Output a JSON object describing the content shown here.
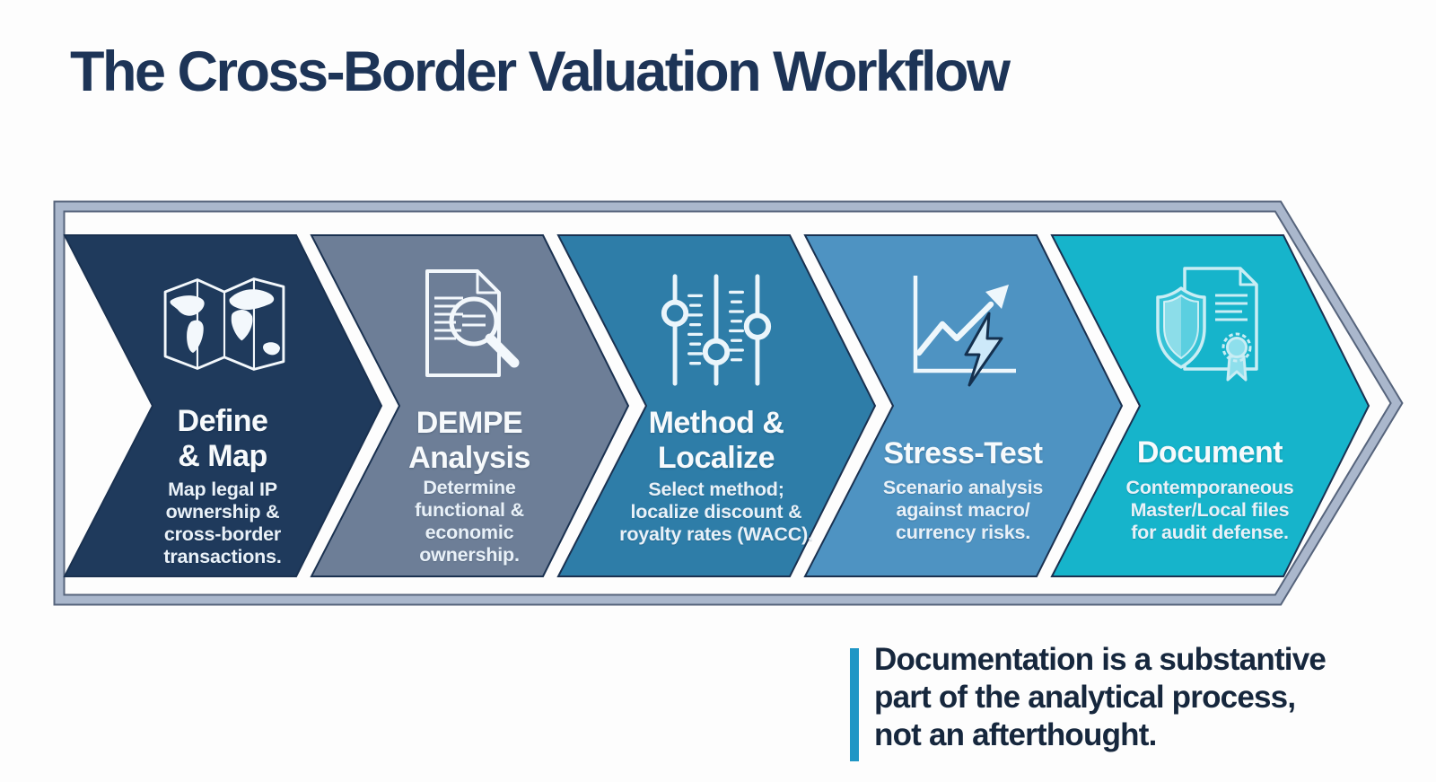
{
  "title": {
    "text": "The Cross-Border Valuation Workflow",
    "color": "#1d3457"
  },
  "workflow": {
    "frame_color": "#aab7cc",
    "frame_edge_color": "#56647c",
    "chevron_outline_color": "#1a3150",
    "step_title_color": "#f7fafc",
    "step_desc_color": "#e9f1f8",
    "steps": [
      {
        "id": "define-map",
        "title": "Define\n& Map",
        "description": "Map legal IP\nownership &\ncross-border\ntransactions.",
        "color": "#1f3a5c",
        "icon": "folded-world-map-icon"
      },
      {
        "id": "dempe-analysis",
        "title": "DEMPE\nAnalysis",
        "description": "Determine\nfunctional &\neconomic\nownership.",
        "color": "#6d7e97",
        "icon": "document-magnifier-icon"
      },
      {
        "id": "method-localize",
        "title": "Method &\nLocalize",
        "description": "Select method;\nlocalize discount &\nroyalty rates (WACC).",
        "color": "#2e7da8",
        "icon": "sliders-icon"
      },
      {
        "id": "stress-test",
        "title": "Stress-Test",
        "description": "Scenario analysis\nagainst macro/\ncurrency risks.",
        "color": "#4e93c2",
        "icon": "chart-lightning-icon"
      },
      {
        "id": "document",
        "title": "Document",
        "description": "Contemporaneous\nMaster/Local files\nfor audit defense.",
        "color": "#16b4cb",
        "icon": "shield-certificate-icon"
      }
    ]
  },
  "callout": {
    "text": "Documentation is a substantive\npart of the analytical process,\nnot an afterthought.",
    "bar_color": "#1f96c5",
    "text_color": "#16273d"
  }
}
